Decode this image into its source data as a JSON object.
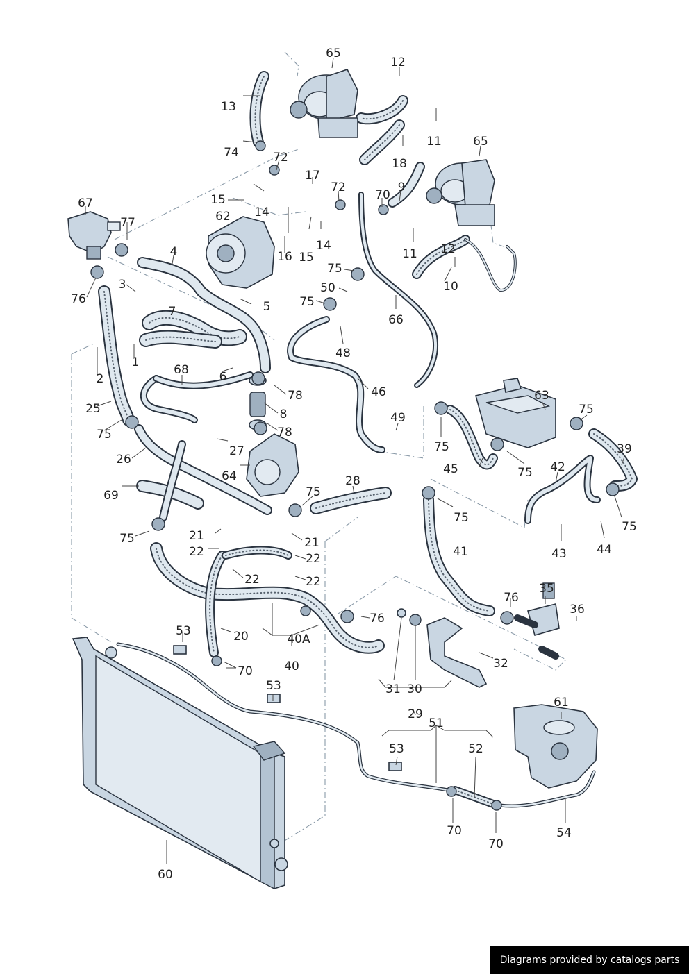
{
  "callouts": [
    {
      "id": "c65a",
      "text": "65"
    },
    {
      "id": "c12a",
      "text": "12"
    },
    {
      "id": "c13",
      "text": "13"
    },
    {
      "id": "c11a",
      "text": "11"
    },
    {
      "id": "c65b",
      "text": "65"
    },
    {
      "id": "c74",
      "text": "74"
    },
    {
      "id": "c72a",
      "text": "72"
    },
    {
      "id": "c18",
      "text": "18"
    },
    {
      "id": "c17",
      "text": "17"
    },
    {
      "id": "c72b",
      "text": "72"
    },
    {
      "id": "c9",
      "text": "9"
    },
    {
      "id": "c70a",
      "text": "70"
    },
    {
      "id": "c15a",
      "text": "15"
    },
    {
      "id": "c14a",
      "text": "14"
    },
    {
      "id": "c67",
      "text": "67"
    },
    {
      "id": "c62",
      "text": "62"
    },
    {
      "id": "c77",
      "text": "77"
    },
    {
      "id": "c14b",
      "text": "14"
    },
    {
      "id": "c11b",
      "text": "11"
    },
    {
      "id": "c12b",
      "text": "12"
    },
    {
      "id": "c4",
      "text": "4"
    },
    {
      "id": "c16",
      "text": "16"
    },
    {
      "id": "c15b",
      "text": "15"
    },
    {
      "id": "c75a",
      "text": "75"
    },
    {
      "id": "c10",
      "text": "10"
    },
    {
      "id": "c3",
      "text": "3"
    },
    {
      "id": "c50",
      "text": "50"
    },
    {
      "id": "c76a",
      "text": "76"
    },
    {
      "id": "c5",
      "text": "5"
    },
    {
      "id": "c75b",
      "text": "75"
    },
    {
      "id": "c7",
      "text": "7"
    },
    {
      "id": "c66",
      "text": "66"
    },
    {
      "id": "c2",
      "text": "2"
    },
    {
      "id": "c1",
      "text": "1"
    },
    {
      "id": "c48",
      "text": "48"
    },
    {
      "id": "c68",
      "text": "68"
    },
    {
      "id": "c6",
      "text": "6"
    },
    {
      "id": "c46",
      "text": "46"
    },
    {
      "id": "c25",
      "text": "25"
    },
    {
      "id": "c78a",
      "text": "78"
    },
    {
      "id": "c63",
      "text": "63"
    },
    {
      "id": "c8",
      "text": "8"
    },
    {
      "id": "c75c",
      "text": "75"
    },
    {
      "id": "c49",
      "text": "49"
    },
    {
      "id": "c75d",
      "text": "75"
    },
    {
      "id": "c78b",
      "text": "78"
    },
    {
      "id": "c75e",
      "text": "75"
    },
    {
      "id": "c39",
      "text": "39"
    },
    {
      "id": "c27",
      "text": "27"
    },
    {
      "id": "c26",
      "text": "26"
    },
    {
      "id": "c45",
      "text": "45"
    },
    {
      "id": "c75f",
      "text": "75"
    },
    {
      "id": "c42",
      "text": "42"
    },
    {
      "id": "c64",
      "text": "64"
    },
    {
      "id": "c28",
      "text": "28"
    },
    {
      "id": "c69",
      "text": "69"
    },
    {
      "id": "c75g",
      "text": "75"
    },
    {
      "id": "c75h",
      "text": "75"
    },
    {
      "id": "c21a",
      "text": "21"
    },
    {
      "id": "c75i",
      "text": "75"
    },
    {
      "id": "c41",
      "text": "41"
    },
    {
      "id": "c21b",
      "text": "21"
    },
    {
      "id": "c75j",
      "text": "75"
    },
    {
      "id": "c22a",
      "text": "22"
    },
    {
      "id": "c22b",
      "text": "22"
    },
    {
      "id": "c43",
      "text": "43"
    },
    {
      "id": "c44",
      "text": "44"
    },
    {
      "id": "c22c",
      "text": "22"
    },
    {
      "id": "c22d",
      "text": "22"
    },
    {
      "id": "c35",
      "text": "35"
    },
    {
      "id": "c76b",
      "text": "76"
    },
    {
      "id": "c36",
      "text": "36"
    },
    {
      "id": "c76c",
      "text": "76"
    },
    {
      "id": "c53a",
      "text": "53"
    },
    {
      "id": "c20",
      "text": "20"
    },
    {
      "id": "c40A",
      "text": "40A"
    },
    {
      "id": "c32",
      "text": "32"
    },
    {
      "id": "c70b",
      "text": "70"
    },
    {
      "id": "c40",
      "text": "40"
    },
    {
      "id": "c31",
      "text": "31"
    },
    {
      "id": "c30",
      "text": "30"
    },
    {
      "id": "c53b",
      "text": "53"
    },
    {
      "id": "c61",
      "text": "61"
    },
    {
      "id": "c29",
      "text": "29"
    },
    {
      "id": "c51",
      "text": "51"
    },
    {
      "id": "c53c",
      "text": "53"
    },
    {
      "id": "c52",
      "text": "52"
    },
    {
      "id": "c60",
      "text": "60"
    },
    {
      "id": "c70c",
      "text": "70"
    },
    {
      "id": "c54",
      "text": "54"
    },
    {
      "id": "c70d",
      "text": "70"
    }
  ],
  "watermark": "Diagrams provided by catalogs parts",
  "colors": {
    "line": "#2b3440",
    "part_fill": "#c9d6e2",
    "hose_fill": "#dfe8ef",
    "background": "#ffffff"
  }
}
